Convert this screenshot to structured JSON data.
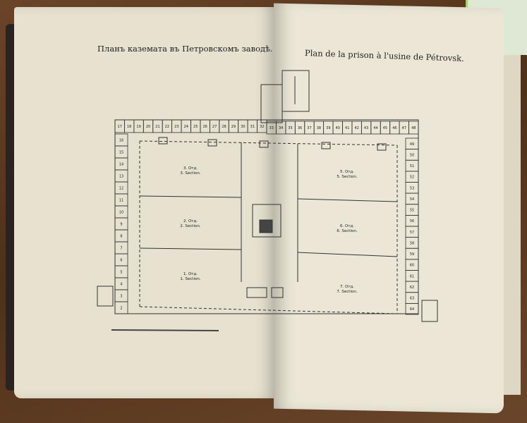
{
  "titles": {
    "russian": "Планъ каземата въ Петровскомъ заводѣ.",
    "french": "Plan de la prison à l'usine de Pétrovsk."
  },
  "plan": {
    "top_cells": [
      "17",
      "18",
      "19",
      "20",
      "21",
      "22",
      "23",
      "24",
      "25",
      "26",
      "27",
      "28",
      "29",
      "30",
      "31",
      "32",
      "33",
      "34",
      "35",
      "36",
      "37",
      "38",
      "39",
      "40",
      "41",
      "42",
      "43",
      "44",
      "45",
      "46",
      "47",
      "48"
    ],
    "left_cells": [
      "16",
      "15",
      "14",
      "13",
      "12",
      "11",
      "10",
      "9",
      "8",
      "7",
      "6",
      "5",
      "4",
      "3",
      "2"
    ],
    "right_cells": [
      "49",
      "50",
      "51",
      "52",
      "53",
      "54",
      "55",
      "56",
      "57",
      "58",
      "59",
      "60",
      "61",
      "62",
      "63",
      "64"
    ],
    "left_sections": [
      {
        "ru": "3. Отд.",
        "fr": "3. Section."
      },
      {
        "ru": "2. Отд.",
        "fr": "2. Section."
      },
      {
        "ru": "1. Отд.",
        "fr": "1. Section."
      }
    ],
    "right_sections": [
      {
        "ru": "5. Отд.",
        "fr": "5. Section."
      },
      {
        "ru": "6. Отд.",
        "fr": "6. Section."
      },
      {
        "ru": "7. Отд.",
        "fr": "7. Section."
      }
    ]
  }
}
